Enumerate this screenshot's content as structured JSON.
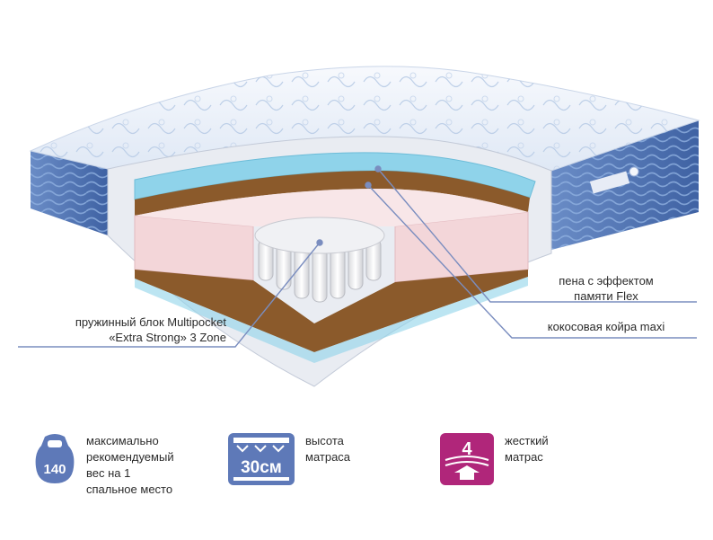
{
  "layers": {
    "memory_foam": [
      "пена с эффектом",
      "памяти Flex"
    ],
    "coconut": "кокосовая койра maxi",
    "spring_block": [
      "пружинный блок Multipocket",
      "«Extra Strong» 3 Zone"
    ]
  },
  "features": [
    {
      "icon": "weight-kettlebell-icon",
      "value": "140",
      "lines": [
        "максимально",
        "рекомендуемый",
        "вес на 1",
        "спальное место"
      ]
    },
    {
      "icon": "height-icon",
      "value": "30см",
      "lines": [
        "высота",
        "матраса"
      ]
    },
    {
      "icon": "firmness-icon",
      "value": "4",
      "lines": [
        "жесткий",
        "матрас"
      ]
    }
  ],
  "colors": {
    "side_fabric": "#4f74b3",
    "foam_pink": "#f3d6d9",
    "coconut": "#8b5a2b",
    "memory_foam": "#8fd3ea",
    "accent_blue": "#5e79b8",
    "accent_magenta": "#b0267a",
    "pointer_line": "#7a8dbf"
  }
}
